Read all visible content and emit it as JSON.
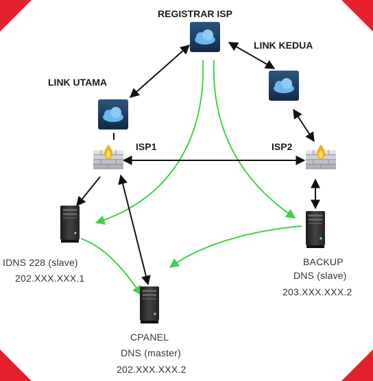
{
  "labels": {
    "registrar": "REGISTRAR ISP",
    "link_kedua": "LINK KEDUA",
    "link_utama": "LINK UTAMA",
    "isp1": "ISP1",
    "isp2": "ISP2",
    "dns_slave_1": "IDNS 228 (slave)",
    "ip_1": "202.XXX.XXX.1",
    "backup": "BACKUP",
    "backup_dns": "DNS  (slave)",
    "ip_2": "203.XXX.XXX.2",
    "cpanel": "CPANEL",
    "cpanel_dns": "DNS (master)",
    "ip_3": "202.XXX.XXX.2"
  },
  "colors": {
    "corner": "#e4202a",
    "green_arrow": "#3fd04a",
    "black_arrow": "#111111",
    "cloud_box": "#1f3e62",
    "cloud": "#6cb8ee"
  },
  "icons": [
    "cloud-icon",
    "firewall-icon",
    "server-icon"
  ]
}
